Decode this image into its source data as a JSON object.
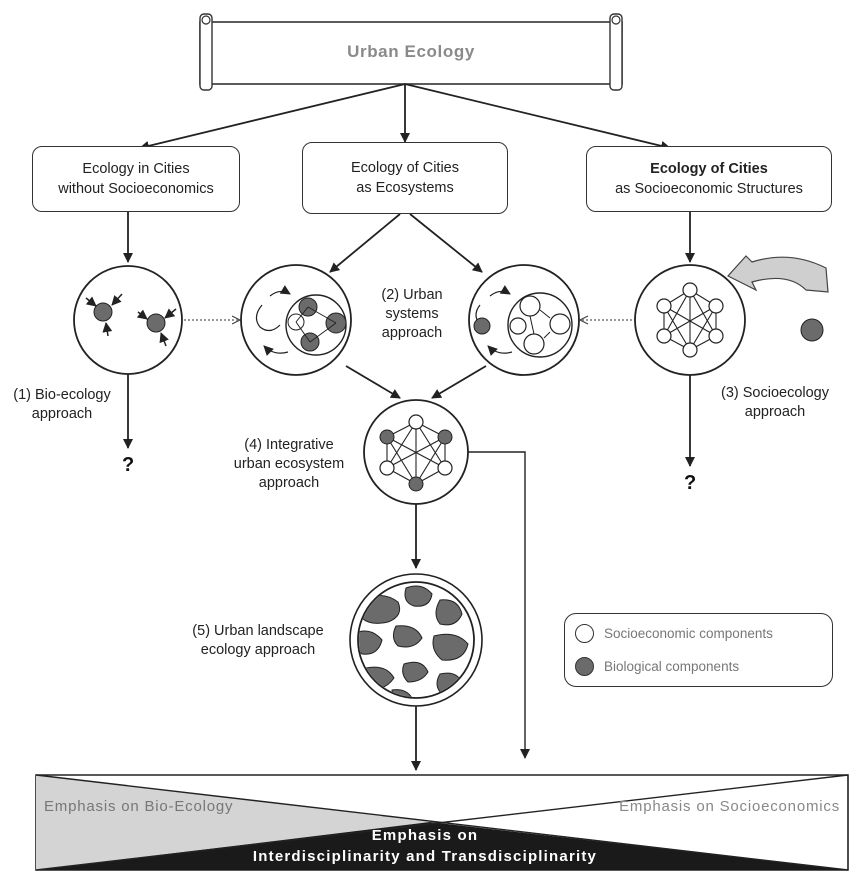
{
  "title": "Urban Ecology",
  "branches": {
    "left": [
      "Ecology in Cities",
      "without Socioeconomics"
    ],
    "middle": [
      "Ecology of Cities",
      "as Ecosystems"
    ],
    "right": [
      "Ecology of Cities",
      "as Socioeconomic Structures"
    ]
  },
  "approaches": {
    "bio": [
      "(1) Bio-ecology",
      "approach"
    ],
    "systems": [
      "(2) Urban",
      "systems",
      "approach"
    ],
    "socio": [
      "(3) Socioecology",
      "approach"
    ],
    "integrative": [
      "(4) Integrative",
      "urban ecosystem",
      "approach"
    ],
    "landscape": [
      "(5) Urban landscape",
      "ecology approach"
    ]
  },
  "question_mark": "?",
  "legend": {
    "socio": "Socioeconomic components",
    "bio": "Biological components"
  },
  "bottom": {
    "left": "Emphasis on Bio-Ecology",
    "right": "Emphasis on Socioeconomics",
    "center": [
      "Emphasis on",
      "Interdisciplinarity and Transdisciplinarity"
    ]
  },
  "colors": {
    "biological": "#6b6b6b",
    "socioeconomic": "#ffffff",
    "line": "#222222",
    "title_text": "#8a8a8a",
    "bio_emphasis_fill": "#d4d4d4",
    "inter_emphasis_fill": "#1a1a1a"
  }
}
